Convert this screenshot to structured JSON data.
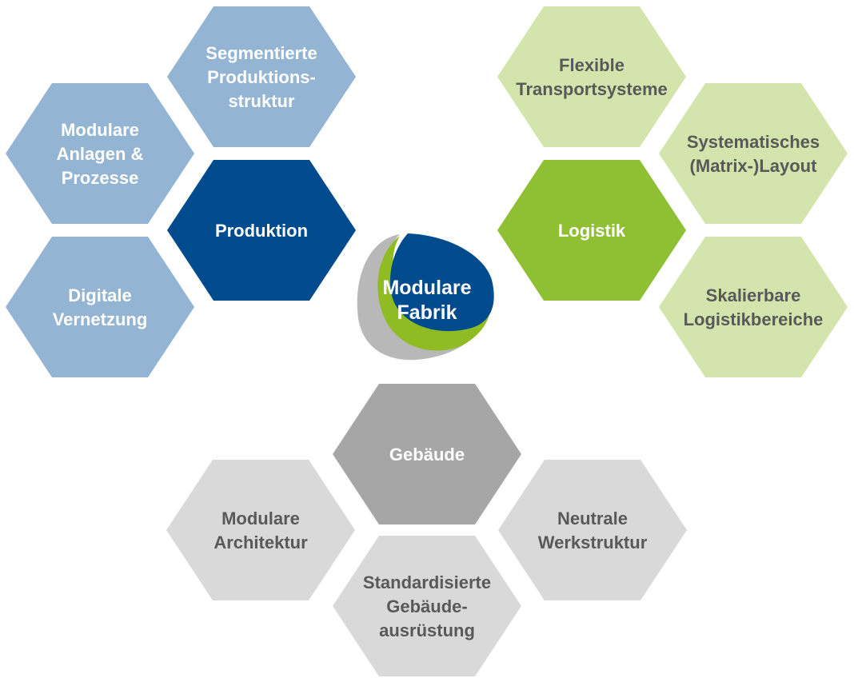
{
  "center": {
    "lines": [
      "Modulare",
      "Fabrik"
    ],
    "colors": {
      "gray": "#b8b8b8",
      "green": "#8fbc22",
      "blue": "#004b8d",
      "text": "#ffffff"
    }
  },
  "clusters": [
    {
      "id": "produktion",
      "hexagons": [
        {
          "id": "produktion",
          "role": "main",
          "lines": [
            "Produktion"
          ],
          "fill": "#004b8d",
          "text_color": "#ffffff"
        },
        {
          "id": "segmentierte-produktionsstruktur",
          "role": "sub",
          "lines": [
            "Segmentierte",
            "Produktions-",
            "struktur"
          ],
          "fill": "#94b4d3",
          "text_color": "#ffffff"
        },
        {
          "id": "modulare-anlagen-prozesse",
          "role": "sub",
          "lines": [
            "Modulare",
            "Anlagen &",
            "Prozesse"
          ],
          "fill": "#94b4d3",
          "text_color": "#ffffff"
        },
        {
          "id": "digitale-vernetzung",
          "role": "sub",
          "lines": [
            "Digitale",
            "Vernetzung"
          ],
          "fill": "#94b4d3",
          "text_color": "#ffffff"
        }
      ]
    },
    {
      "id": "logistik",
      "hexagons": [
        {
          "id": "logistik",
          "role": "main",
          "lines": [
            "Logistik"
          ],
          "fill": "#8fbf32",
          "text_color": "#ffffff"
        },
        {
          "id": "flexible-transportsysteme",
          "role": "sub",
          "lines": [
            "Flexible",
            "Transportsysteme"
          ],
          "fill": "#d3e4ac",
          "text_color": "#595959"
        },
        {
          "id": "systematisches-matrix-layout",
          "role": "sub",
          "lines": [
            "Systematisches",
            "(Matrix-)Layout"
          ],
          "fill": "#d3e4ac",
          "text_color": "#595959"
        },
        {
          "id": "skalierbare-logistikbereiche",
          "role": "sub",
          "lines": [
            "Skalierbare",
            "Logistikbereiche"
          ],
          "fill": "#d3e4ac",
          "text_color": "#595959"
        }
      ]
    },
    {
      "id": "gebaeude",
      "hexagons": [
        {
          "id": "gebaeude",
          "role": "main",
          "lines": [
            "Gebäude"
          ],
          "fill": "#a6a6a6",
          "text_color": "#ffffff"
        },
        {
          "id": "modulare-architektur",
          "role": "sub",
          "lines": [
            "Modulare",
            "Architektur"
          ],
          "fill": "#d9d9d9",
          "text_color": "#595959"
        },
        {
          "id": "neutrale-werkstruktur",
          "role": "sub",
          "lines": [
            "Neutrale",
            "Werkstruktur"
          ],
          "fill": "#d9d9d9",
          "text_color": "#595959"
        },
        {
          "id": "standardisierte-gebaeudeausruestung",
          "role": "sub",
          "lines": [
            "Standardisierte",
            "Gebäude-",
            "ausrüstung"
          ],
          "fill": "#d9d9d9",
          "text_color": "#595959"
        }
      ]
    }
  ]
}
